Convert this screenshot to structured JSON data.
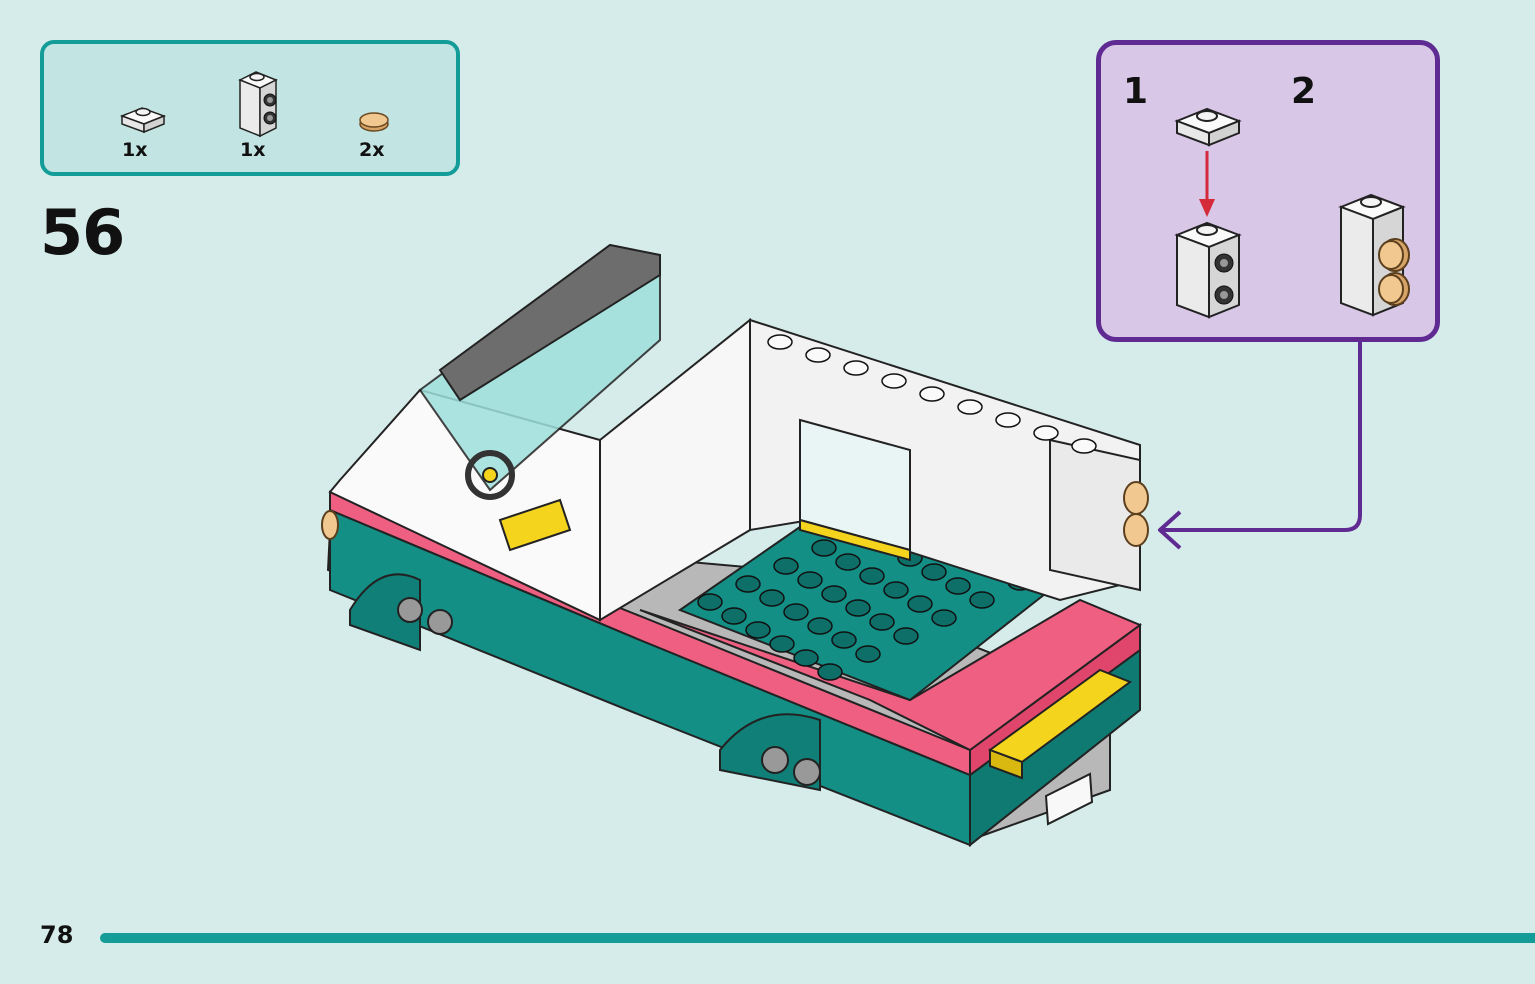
{
  "page": {
    "number": "78"
  },
  "step": {
    "number": "56"
  },
  "parts_list": [
    {
      "qty": "1x",
      "icon": "white-plate-1x1-icon"
    },
    {
      "qty": "1x",
      "icon": "white-brick-1x1-studs-icon"
    },
    {
      "qty": "2x",
      "icon": "tan-round-tile-icon"
    }
  ],
  "sub_steps": [
    {
      "number": "1"
    },
    {
      "number": "2"
    }
  ],
  "colors": {
    "background": "#d6ecea",
    "parts_border": "#139c98",
    "sub_step_border": "#5f2a91",
    "sub_step_fill": "#d9c7e8",
    "teal": "#138f86",
    "pink": "#ef5f82",
    "yellow": "#f4d41c",
    "tan": "#e4bd86",
    "arrow_red": "#d42a3a"
  }
}
